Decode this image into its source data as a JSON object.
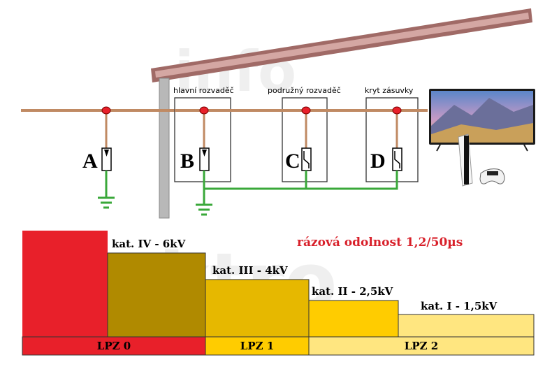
{
  "colors": {
    "wire": "#c08a63",
    "ground": "#3aa83a",
    "roof": "#a06a66",
    "pole": "#b8b8b8",
    "node": "#e8202a",
    "note": "#d8202a",
    "cat_iv": "#b08a00",
    "cat_iii": "#e6b800",
    "cat_ii": "#ffcc00",
    "cat_i": "#ffe680",
    "lpz_0": "#e8202a",
    "lpz_1": "#ffcc00",
    "lpz_2": "#ffe680",
    "lpz0_block": "#e8202a"
  },
  "boxes": {
    "main_label": "hlavní rozvaděč",
    "sub_label": "podružný rozvaděč",
    "socket_label": "kryt zásuvky"
  },
  "devices": [
    "A",
    "B",
    "C",
    "D"
  ],
  "note": "rázová odolnost 1,2/50µs",
  "categories": [
    {
      "label": "kat. IV - 6kV",
      "color": "cat_iv"
    },
    {
      "label": "kat. III - 4kV",
      "color": "cat_iii"
    },
    {
      "label": "kat. II - 2,5kV",
      "color": "cat_ii"
    },
    {
      "label": "kat. I - 1,5kV",
      "color": "cat_i"
    }
  ],
  "zones": [
    {
      "label": "LPZ 0",
      "color": "lpz_0"
    },
    {
      "label": "LPZ 1",
      "color": "lpz_1"
    },
    {
      "label": "LPZ 2",
      "color": "lpz_2"
    }
  ],
  "watermark": {
    "line1": "elektro",
    "line2": "info"
  },
  "appliances": [
    "tv-icon",
    "game-console-icon",
    "gamepad-icon"
  ]
}
